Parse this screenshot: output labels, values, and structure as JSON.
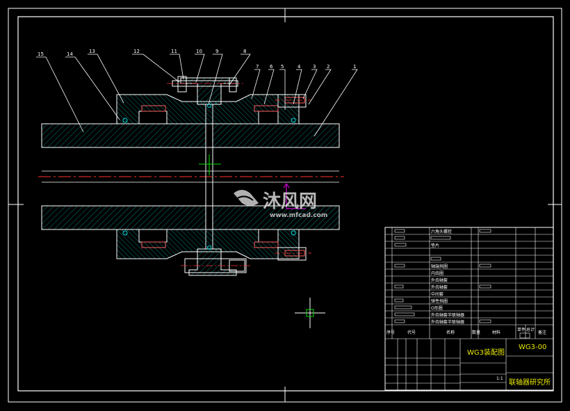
{
  "drawing": {
    "part_numbers": [
      "15",
      "14",
      "13",
      "12",
      "11",
      "10",
      "9",
      "8",
      "7",
      "6",
      "5",
      "4",
      "3",
      "2",
      "1"
    ],
    "title": "WG3装配图",
    "drawing_no": "WG3-00",
    "institute": "联轴器研究所",
    "bom_header": {
      "seq": "序号",
      "code": "代号",
      "name": "名称",
      "qty": "数量",
      "material": "材料",
      "unit_weight": "单件",
      "total_weight": "总计",
      "remark": "备注"
    },
    "bom_rows": [
      {
        "name": "六角头螺栓"
      },
      {
        "name": ""
      },
      {
        "name": "垫片"
      },
      {
        "name": ""
      },
      {
        "name": ""
      },
      {
        "name": "轴端挡圈"
      },
      {
        "name": "内齿圈"
      },
      {
        "name": "外齿轴套"
      },
      {
        "name": "外齿轴套"
      },
      {
        "name": "中间套"
      },
      {
        "name": "弹性挡圈"
      },
      {
        "name": "O形圈"
      },
      {
        "name": "外齿轴套半联轴器"
      },
      {
        "name": "外齿轴套半联轴器"
      }
    ],
    "scale": "1:1",
    "watermark": {
      "text": "沐风网",
      "url": "www.mfcad.com"
    }
  }
}
